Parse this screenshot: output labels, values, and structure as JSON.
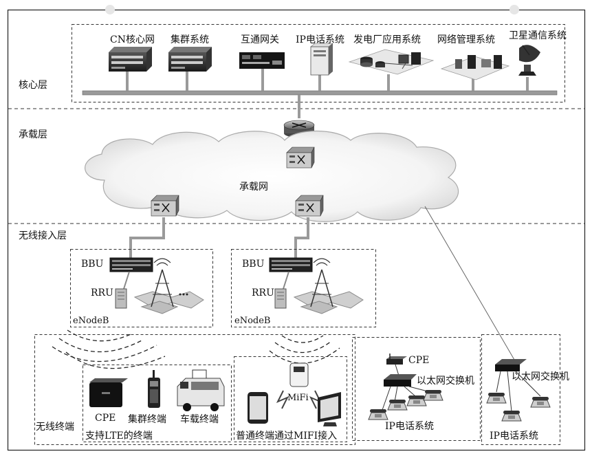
{
  "layers": {
    "core": "核心层",
    "bearer": "承载层",
    "wireless_access": "无线接入层",
    "wireless_terminal": "无线终端"
  },
  "core_systems": [
    "CN核心网",
    "集群系统",
    "互通网关",
    "IP电话系统",
    "发电厂应用系统",
    "网络管理系统",
    "卫星通信系统"
  ],
  "bearer_network": "承载网",
  "enodeb": [
    {
      "bbu": "BBU",
      "rru": "RRU",
      "name": "eNodeB"
    },
    {
      "bbu": "BBU",
      "rru": "RRU",
      "name": "eNodeB"
    }
  ],
  "terminals": {
    "cpe": "CPE",
    "cluster_terminal": "集群终端",
    "vehicle_terminal": "车载终端",
    "lte_caption": "支持LTE的终端",
    "mifi": "MiFi",
    "mifi_caption": "普通终端通过MIFI接入"
  },
  "ethernet_group_1": {
    "cpe": "CPE",
    "switch": "以太网交换机",
    "phone_system": "IP电话系统"
  },
  "ethernet_group_2": {
    "switch": "以太网交换机",
    "phone_system": "IP电话系统"
  }
}
